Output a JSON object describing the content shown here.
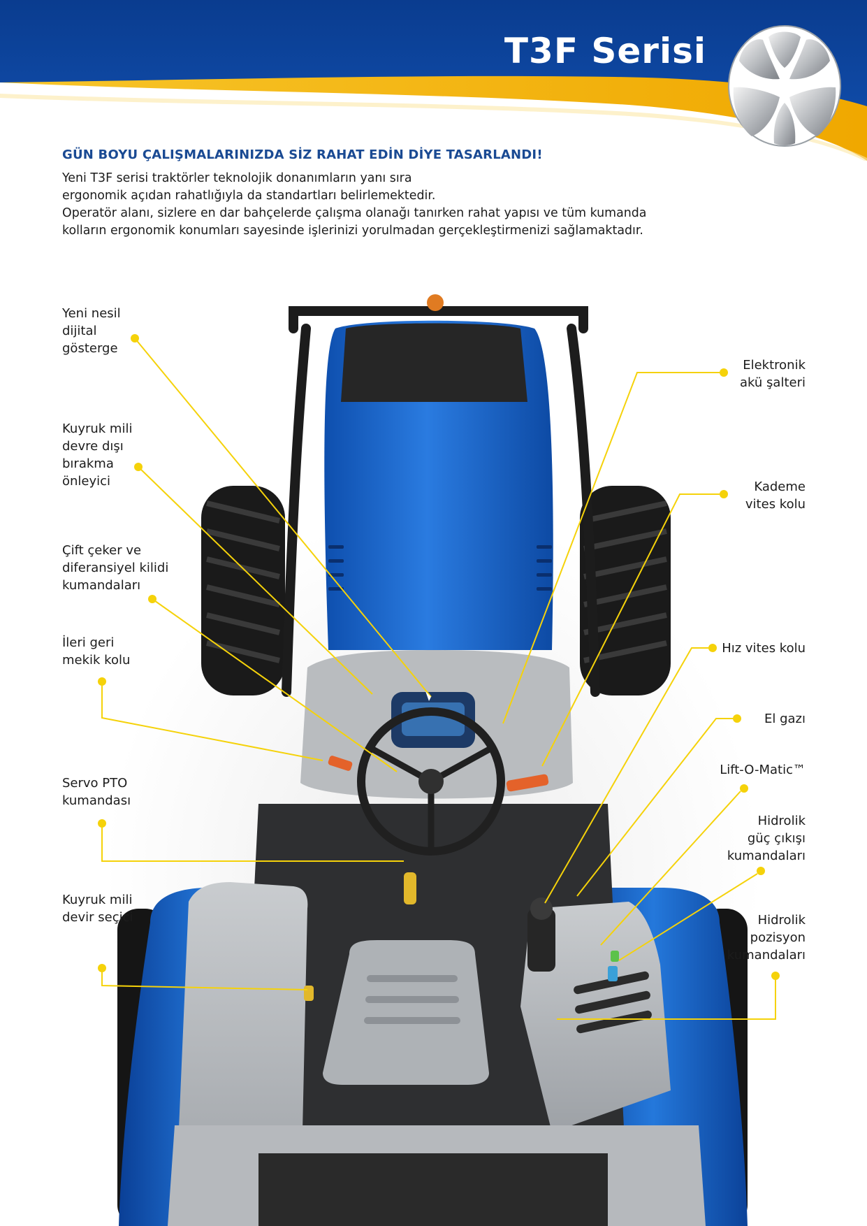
{
  "header": {
    "series_title": "T3F Serisi",
    "brand_blue": "#0b3f93",
    "accent_yellow": "#f2b400",
    "logo_icon": "new-holland-leaf-logo"
  },
  "intro": {
    "headline": "GÜN BOYU ÇALIŞMALARINIZDA SİZ RAHAT EDİN DİYE TASARLANDI!",
    "lines": [
      "Yeni T3F serisi traktörler teknolojik donanımların yanı sıra",
      "ergonomik açıdan rahatlığıyla da standartları belirlemektedir.",
      "Operatör alanı, sizlere en dar bahçelerde çalışma olanağı tanırken rahat yapısı ve tüm kumanda",
      "kolların ergonomik konumları sayesinde işlerinizi yorulmadan gerçekleştirmenizi sağlamaktadır."
    ]
  },
  "illustration": {
    "subject": "tractor-top-view",
    "tractor_blue": "#1f6fd1",
    "callout_color": "#f5d20a"
  },
  "callouts": {
    "left": [
      {
        "label": "Yeni nesil\ndijital\ngösterge"
      },
      {
        "label": "Kuyruk mili\ndevre dışı\nbırakma\nönleyici"
      },
      {
        "label": "Çift çeker ve\ndiferansiyel kilidi\nkumandaları"
      },
      {
        "label": "İleri geri\nmekik kolu"
      },
      {
        "label": "Servo PTO\nkumandası"
      },
      {
        "label": "Kuyruk mili\ndevir seçici"
      }
    ],
    "right": [
      {
        "label": "Elektronik\nakü şalteri"
      },
      {
        "label": "Kademe\nvites kolu"
      },
      {
        "label": "Hız vites kolu"
      },
      {
        "label": "El gazı"
      },
      {
        "label": "Lift-O-Matic™"
      },
      {
        "label": "Hidrolik\ngüç çıkışı\nkumandaları"
      },
      {
        "label": "Hidrolik\npozisyon\nkumandaları"
      }
    ]
  }
}
